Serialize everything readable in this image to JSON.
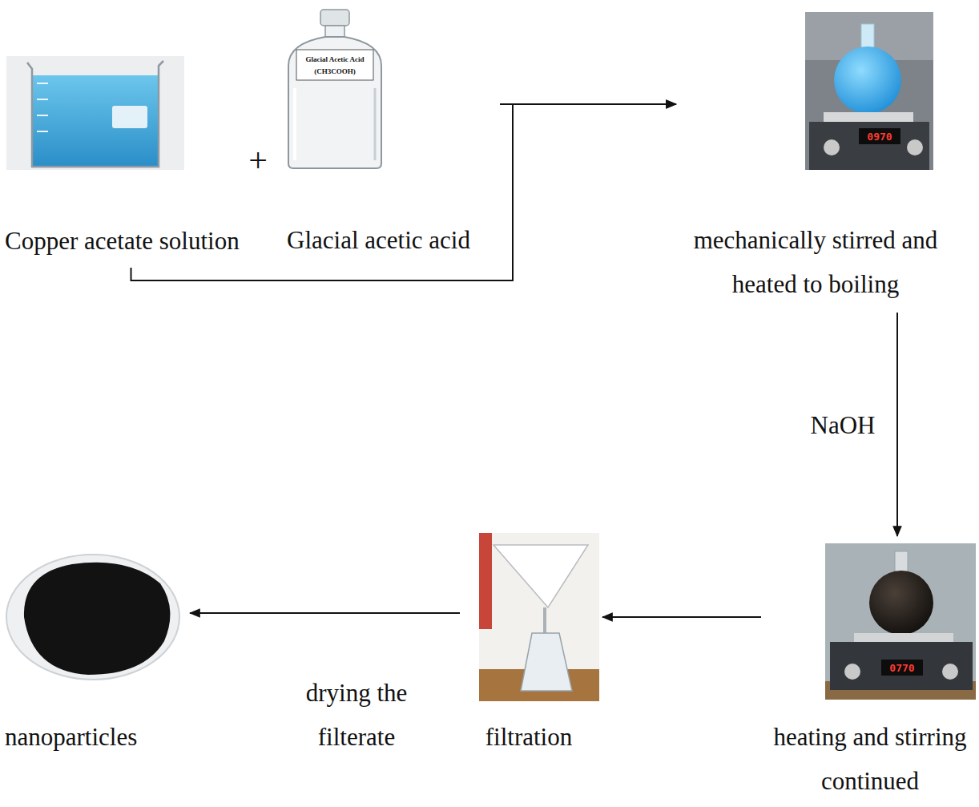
{
  "diagram": {
    "nodes": [
      {
        "text": [
          "Copper acetate solution"
        ]
      },
      {
        "text": [
          "Glacial acetic acid"
        ]
      },
      {
        "text": [
          "mechanically stirred and heated to boiling"
        ]
      },
      {
        "text": [
          "heating and stirring continued"
        ]
      },
      {
        "text": [
          "filtration"
        ]
      },
      {
        "text": [
          "nanoparticles"
        ]
      }
    ],
    "edges": [
      {
        "from": 0,
        "to": 2,
        "arrow": "to"
      },
      {
        "from": 1,
        "to": 2,
        "arrow": "to"
      },
      {
        "from": 2,
        "to": 3,
        "label": "NaOH",
        "arrow": "to"
      },
      {
        "from": 3,
        "to": 4,
        "arrow": "to"
      },
      {
        "from": 4,
        "to": 5,
        "label": "drying the filterate",
        "arrow": "to"
      }
    ],
    "labels": [
      "+",
      "Glacial Acetic Acid",
      "(CH3COOH)",
      "0970",
      "0770"
    ]
  }
}
